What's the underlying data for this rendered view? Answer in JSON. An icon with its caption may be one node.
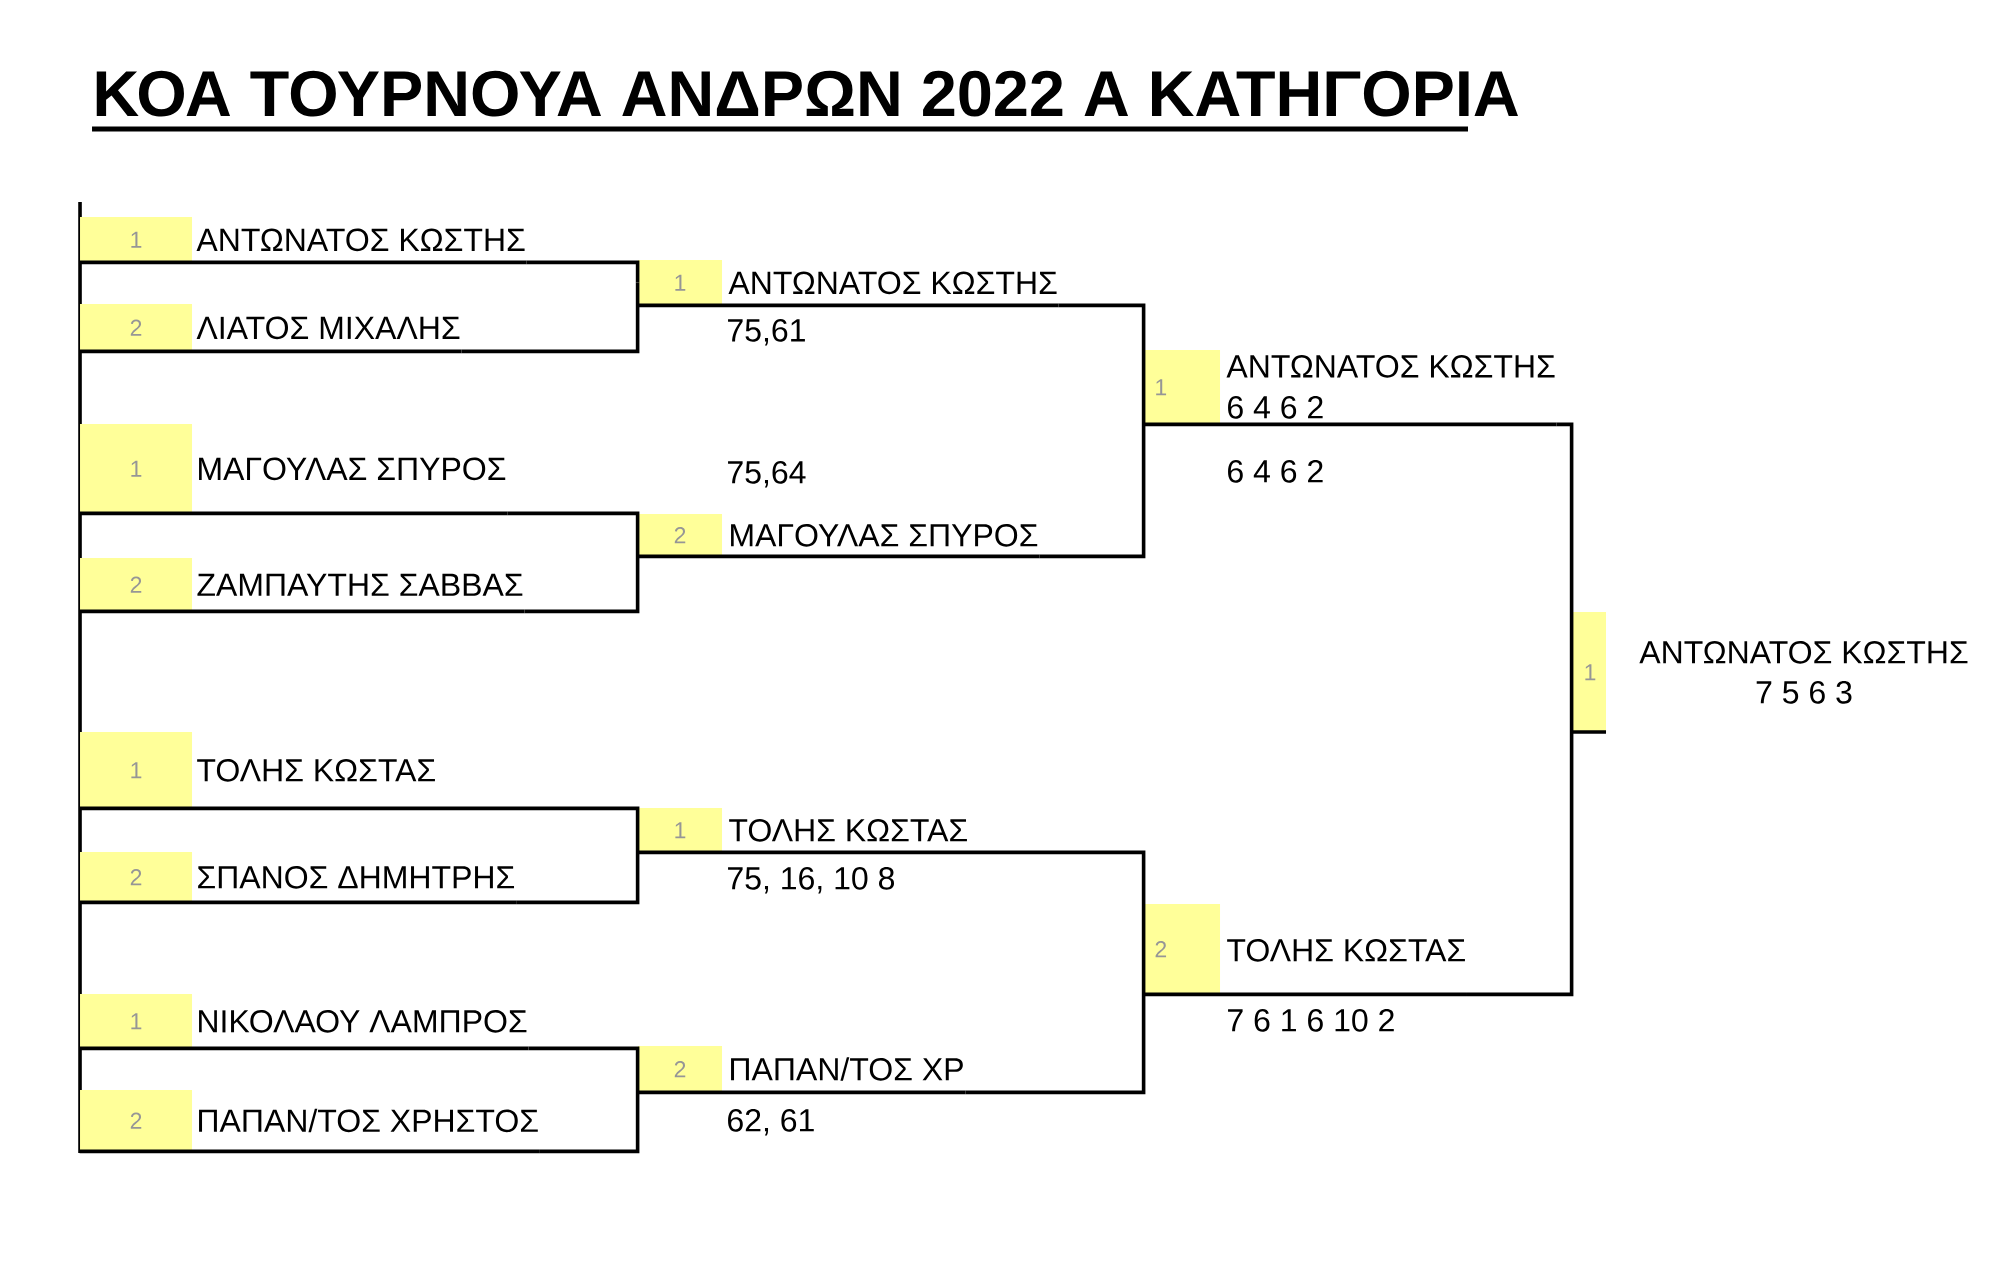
{
  "diagram": {
    "title": "ΚΟΑ ΤΟΥΡΝΟΥΑ ΑΝΔΡΩΝ 2022 Α ΚΑΤΗΓΟΡΙΑ",
    "nodes": [
      {
        "text": [
          "1",
          "ΑΝΤΩΝΑΤΟΣ ΚΩΣΤΗΣ"
        ]
      },
      {
        "text": [
          "2",
          "ΛΙΑΤΟΣ ΜΙΧΑΛΗΣ"
        ]
      },
      {
        "text": [
          "1",
          "ΜΑΓΟΥΛΑΣ ΣΠΥΡΟΣ"
        ]
      },
      {
        "text": [
          "2",
          "ΖΑΜΠΑΥΤΗΣ ΣΑΒΒΑΣ"
        ]
      },
      {
        "text": [
          "1",
          "ΤΟΛΗΣ ΚΩΣΤΑΣ"
        ]
      },
      {
        "text": [
          "2",
          "ΣΠΑΝΟΣ ΔΗΜΗΤΡΗΣ"
        ]
      },
      {
        "text": [
          "1",
          "ΝΙΚΟΛΑΟΥ ΛΑΜΠΡΟΣ"
        ]
      },
      {
        "text": [
          "2",
          "ΠΑΠΑΝ/ΤΟΣ ΧΡΗΣΤΟΣ"
        ]
      },
      {
        "text": [
          "1",
          "ΑΝΤΩΝΑΤΟΣ ΚΩΣΤΗΣ"
        ],
        "beside": [
          "75,61"
        ]
      },
      {
        "text": [
          "2",
          "ΜΑΓΟΥΛΑΣ ΣΠΥΡΟΣ"
        ],
        "beside": [
          "75,64"
        ]
      },
      {
        "text": [
          "1",
          "ΤΟΛΗΣ ΚΩΣΤΑΣ"
        ],
        "beside": [
          "75, 16, 10 8"
        ]
      },
      {
        "text": [
          "2",
          "ΠΑΠΑΝ/ΤΟΣ ΧΡ"
        ],
        "beside": [
          "62, 61"
        ]
      },
      {
        "text": [
          "1",
          "ΑΝΤΩΝΑΤΟΣ ΚΩΣΤΗΣ",
          "6 4 6 2"
        ],
        "beside": [
          "6 4 6 2"
        ]
      },
      {
        "text": [
          "2",
          "ΤΟΛΗΣ ΚΩΣΤΑΣ"
        ],
        "beside": [
          "7 6 1 6 10 2"
        ]
      },
      {
        "text": [
          "1",
          "ΑΝΤΩΝΑΤΟΣ ΚΩΣΤΗΣ",
          "7 5 6 3"
        ]
      }
    ],
    "edges": [
      {
        "from": 0,
        "to": 8,
        "arrow": "none"
      },
      {
        "from": 1,
        "to": 8,
        "arrow": "none"
      },
      {
        "from": 2,
        "to": 9,
        "arrow": "none"
      },
      {
        "from": 3,
        "to": 9,
        "arrow": "none"
      },
      {
        "from": 4,
        "to": 10,
        "arrow": "none"
      },
      {
        "from": 5,
        "to": 10,
        "arrow": "none"
      },
      {
        "from": 6,
        "to": 11,
        "arrow": "none"
      },
      {
        "from": 7,
        "to": 11,
        "arrow": "none"
      },
      {
        "from": 8,
        "to": 12,
        "arrow": "none"
      },
      {
        "from": 9,
        "to": 12,
        "arrow": "none"
      },
      {
        "from": 10,
        "to": 13,
        "arrow": "none"
      },
      {
        "from": 11,
        "to": 13,
        "arrow": "none"
      },
      {
        "from": 12,
        "to": 14,
        "arrow": "none"
      },
      {
        "from": 13,
        "to": 14,
        "arrow": "none"
      }
    ]
  }
}
